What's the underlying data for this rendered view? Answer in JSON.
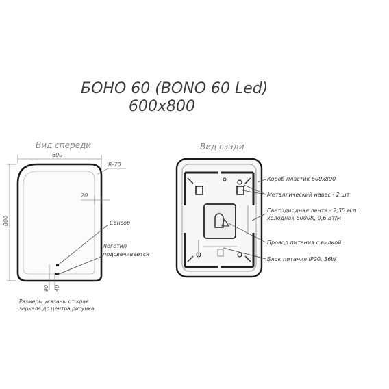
{
  "title": {
    "line1": "БОНО 60 (BONO 60 Led)",
    "line2": "600x800"
  },
  "front_view": {
    "heading": "Вид спереди",
    "width_dim": "600",
    "height_dim": "800",
    "radius_dim": "R-70",
    "edge_dim": "20",
    "sensor_label": "Сенсор",
    "logo_label_line1": "Логотип",
    "logo_label_line2": "подсвечивается",
    "offset_90": "90",
    "offset_40": "40",
    "note_line1": "Размеры указаны от края",
    "note_line2": "зеркала до центра рисунка"
  },
  "back_view": {
    "heading": "Вид сзади",
    "callouts": [
      {
        "line1": "Короб пластик 600х800",
        "line2": ""
      },
      {
        "line1": "Металлический навес - 2 шт",
        "line2": ""
      },
      {
        "line1": "Светодиодная лента - 2,35 м.п.",
        "line2": "холодная 6000К, 9,6 Вт/м"
      },
      {
        "line1": "Провод питания с вилкой",
        "line2": ""
      },
      {
        "line1": "Блок питания IP20, 36W",
        "line2": ""
      }
    ]
  },
  "colors": {
    "line": "#222222",
    "text": "#333333",
    "heading": "#888888"
  }
}
